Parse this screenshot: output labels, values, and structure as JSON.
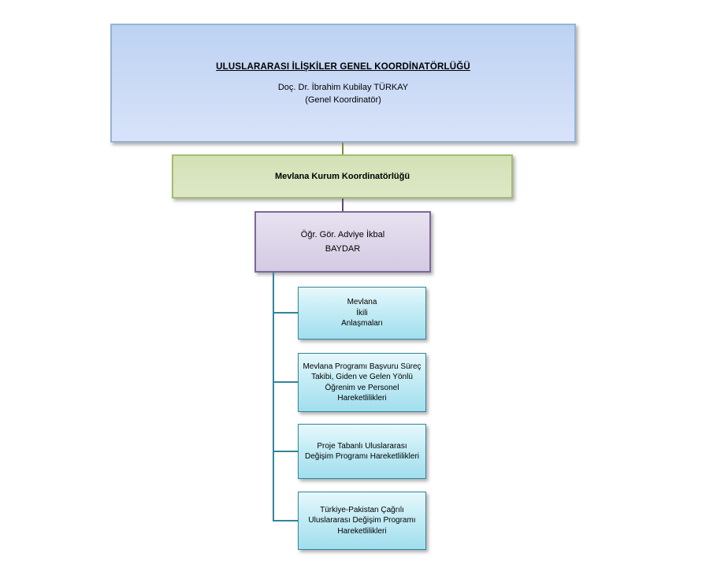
{
  "org": {
    "root": {
      "title": "ULUSLARARASI İLİŞKİLER GENEL KOORDİNATÖRLÜĞÜ",
      "person": "Doç. Dr. İbrahim Kubilay TÜRKAY",
      "role": "(Genel Koordinatör)"
    },
    "unit": {
      "title": "Mevlana Kurum Koordinatörlüğü"
    },
    "coordinator": {
      "line1": "Öğr. Gör. Adviye İkbal",
      "line2": "BAYDAR"
    },
    "tasks": [
      {
        "label": "Mevlana\nİkili\nAnlaşmaları"
      },
      {
        "label": "Mevlana Programı Başvuru Süreç Takibi, Giden ve Gelen Yönlü Öğrenim ve Personel Hareketlilikleri"
      },
      {
        "label": "Proje Tabanlı Uluslararası Değişim Programı Hareketlilikleri"
      },
      {
        "label": "Türkiye-Pakistan Çağrılı Uluslararası Değişim Programı Hareketlilikleri"
      }
    ],
    "colors": {
      "root_fill": "#c6d8f4",
      "root_border": "#95b3d7",
      "unit_fill": "#d7e4bd",
      "unit_border": "#a4bd70",
      "coordinator_fill": "#dcd3e8",
      "coordinator_border": "#7e6699",
      "task_fill_top": "#e6f8fc",
      "task_fill_bottom": "#a1deee",
      "task_border": "#31859c",
      "connector_olive": "#77933c",
      "connector_purple": "#604a7b",
      "connector_teal": "#31859c"
    }
  }
}
